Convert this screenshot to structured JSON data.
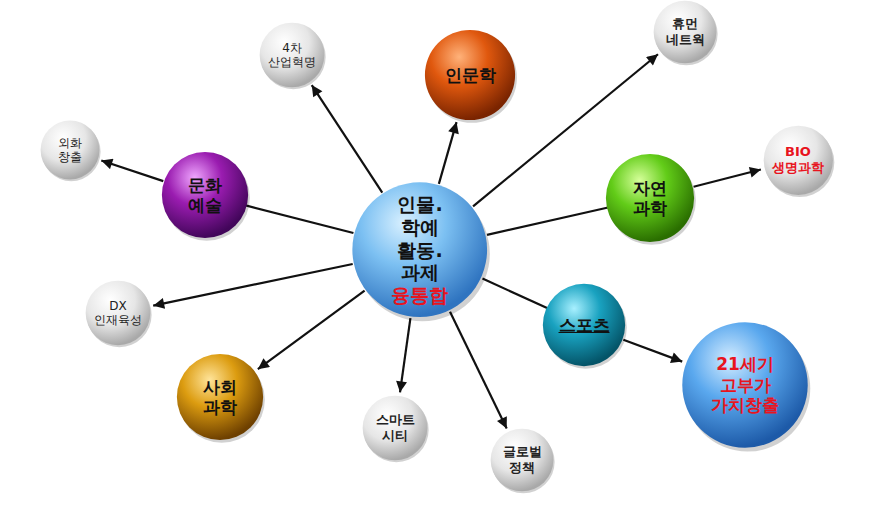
{
  "diagram": {
    "nodes": [
      {
        "text": [
          "인물.학예 활동.과제",
          "융통합"
        ]
      },
      {
        "text": [
          "4차 산업혁명"
        ]
      },
      {
        "text": [
          "인문학"
        ]
      },
      {
        "text": [
          "휴먼 네트웍"
        ]
      },
      {
        "text": [
          "외화 창출"
        ]
      },
      {
        "text": [
          "문화 예술"
        ]
      },
      {
        "text": [
          "자연 과학"
        ]
      },
      {
        "text": [
          "BIO 생명과학"
        ]
      },
      {
        "text": [
          "DX 인재육성"
        ]
      },
      {
        "text": [
          "스포츠"
        ]
      },
      {
        "text": [
          "21세기 고부가 가치창출"
        ]
      },
      {
        "text": [
          "사회 과학"
        ]
      },
      {
        "text": [
          "스마트 시티"
        ]
      },
      {
        "text": [
          "글로벌 정책"
        ]
      }
    ],
    "edges": [
      {
        "from": 0,
        "to": 1,
        "arrow": "to"
      },
      {
        "from": 0,
        "to": 2,
        "arrow": "to"
      },
      {
        "from": 0,
        "to": 3,
        "arrow": "to"
      },
      {
        "from": 0,
        "to": 5,
        "arrow": "none"
      },
      {
        "from": 5,
        "to": 4,
        "arrow": "to"
      },
      {
        "from": 0,
        "to": 6,
        "arrow": "none"
      },
      {
        "from": 6,
        "to": 7,
        "arrow": "to"
      },
      {
        "from": 0,
        "to": 8,
        "arrow": "to"
      },
      {
        "from": 0,
        "to": 9,
        "arrow": "none"
      },
      {
        "from": 9,
        "to": 10,
        "arrow": "to"
      },
      {
        "from": 0,
        "to": 11,
        "arrow": "to"
      },
      {
        "from": 0,
        "to": 12,
        "arrow": "to"
      },
      {
        "from": 0,
        "to": 13,
        "arrow": "to"
      }
    ]
  }
}
